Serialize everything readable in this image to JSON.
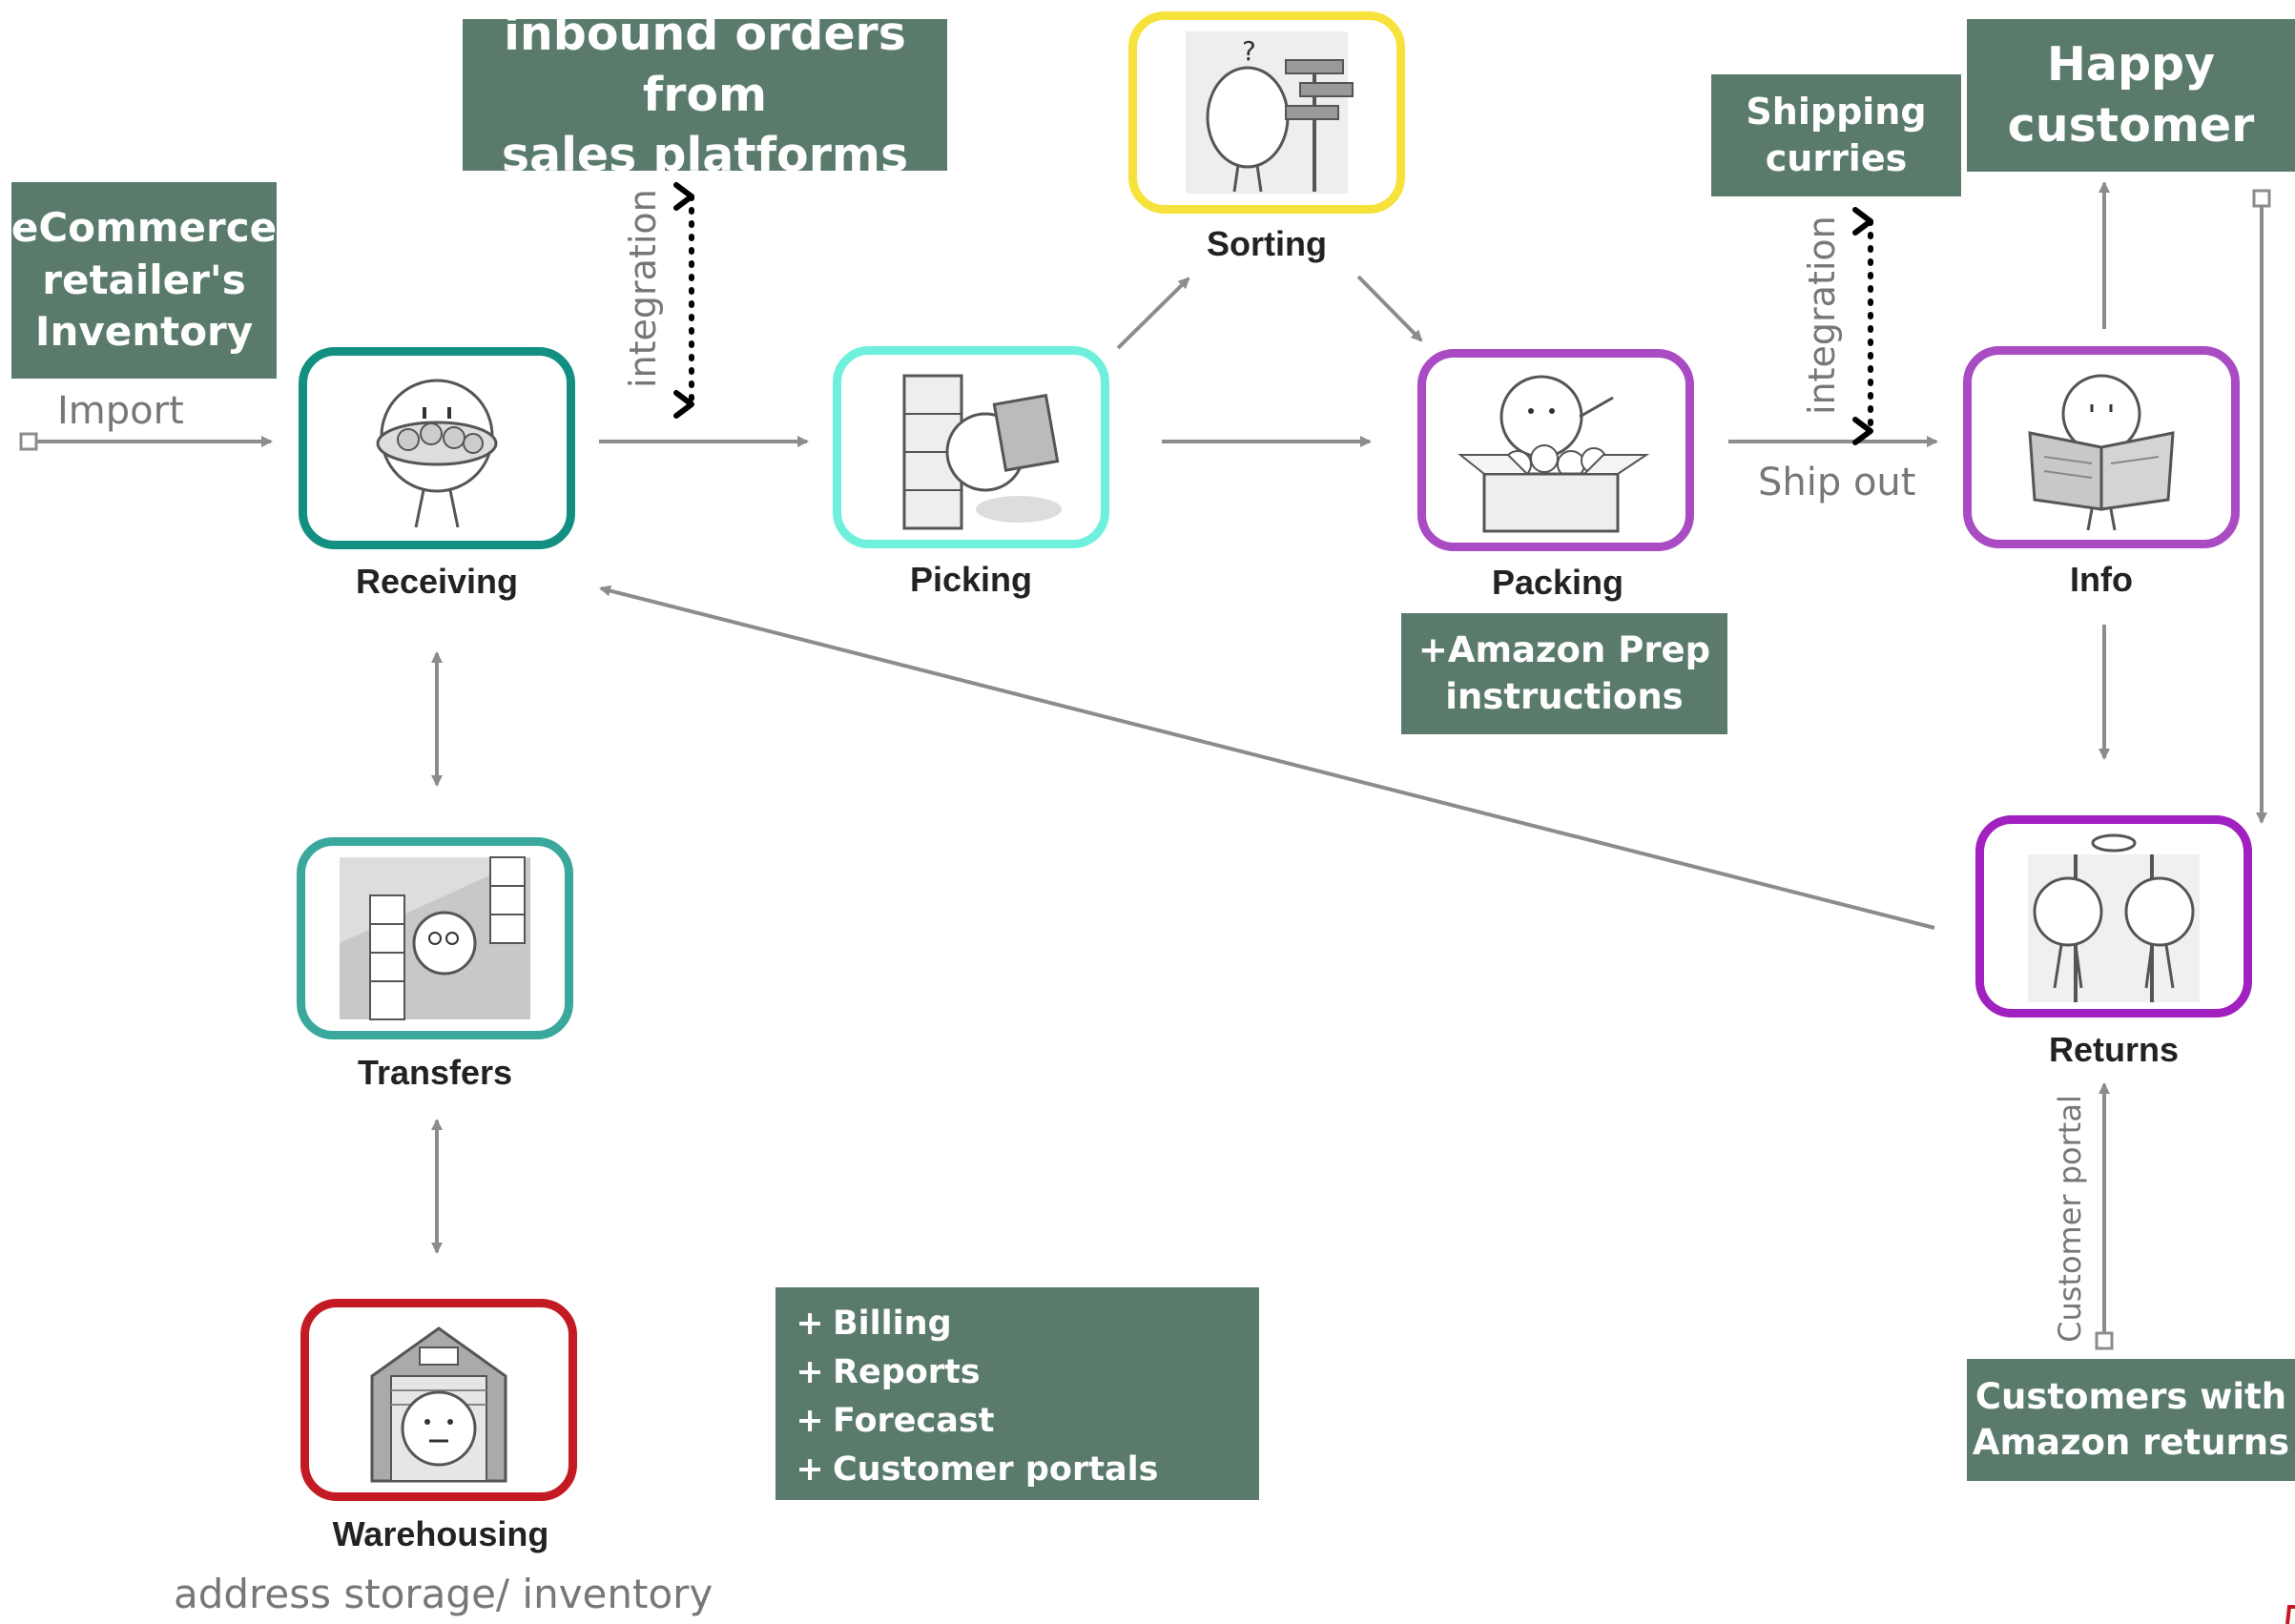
{
  "boxes": {
    "inventory": {
      "lines": [
        "eCommerce",
        "retailer's",
        "Inventory"
      ]
    },
    "inbound": {
      "lines": [
        "inbound orders from",
        "sales platforms"
      ]
    },
    "shipping": {
      "lines": [
        "Shipping",
        "curries"
      ]
    },
    "happy": {
      "lines": [
        "Happy",
        "customer"
      ]
    },
    "amazon_prep": {
      "lines": [
        "+Amazon Prep",
        "instructions"
      ]
    },
    "amazon_returns": {
      "lines": [
        "Customers with",
        "Amazon returns"
      ]
    }
  },
  "extras": {
    "marker": "+",
    "items": [
      "Billing",
      "Reports",
      "Forecast",
      "Customer portals"
    ]
  },
  "nodes": {
    "receiving": "Receiving",
    "picking": "Picking",
    "sorting": "Sorting",
    "packing": "Packing",
    "info": "Info",
    "returns": "Returns",
    "transfers": "Transfers",
    "warehousing": "Warehousing"
  },
  "edge_labels": {
    "import": "Import",
    "integration_left": "integration",
    "integration_right": "integration",
    "ship_out": "Ship out",
    "customer_portal": "Customer portal",
    "address_storage": "address storage/ inventory"
  },
  "colors": {
    "box_fill": "#5a7b6b",
    "receiving_border": "#138f82",
    "picking_border": "#6ef0dc",
    "sorting_border": "#f6e23a",
    "packing_border": "#a94cc4",
    "info_border": "#a94cc4",
    "returns_border": "#a020c0",
    "transfers_border": "#3aa89c",
    "warehousing_border": "#c41a24",
    "arrow": "#8c8c8c",
    "integration_arrow": "#000000"
  }
}
